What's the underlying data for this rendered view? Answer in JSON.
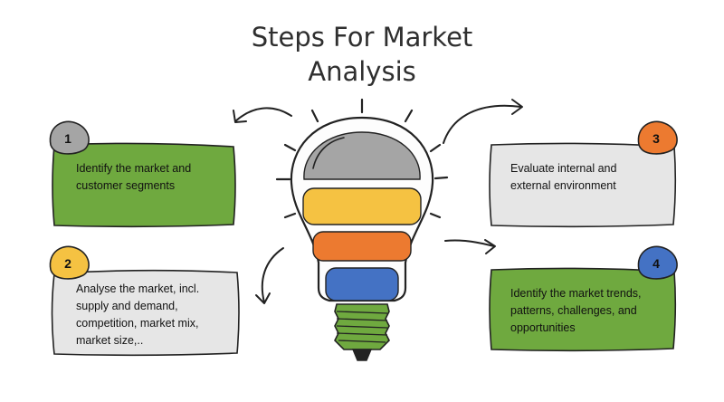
{
  "title": "Steps For Market Analysis",
  "title_line1": "Steps For Market",
  "title_line2": "Analysis",
  "steps": [
    {
      "number": "1",
      "text": "Identify the market and customer segments",
      "lines": [
        "Identify the market and",
        "customer segments"
      ],
      "box_color": "#6fa93f",
      "badge_color": "#a5a5a5"
    },
    {
      "number": "2",
      "text": "Analyse the market, incl. supply and demand, competition, market mix, market size,..",
      "lines": [
        "Analyse the market, incl.",
        "supply and demand,",
        "competition, market mix,",
        "market size,.."
      ],
      "box_color": "#e6e6e6",
      "badge_color": "#f5c242"
    },
    {
      "number": "3",
      "text": "Evaluate internal and external environment",
      "lines": [
        "Evaluate internal and",
        "external environment"
      ],
      "box_color": "#e6e6e6",
      "badge_color": "#ec7a30"
    },
    {
      "number": "4",
      "text": "Identify the market trends, patterns, challenges, and opportunities",
      "lines": [
        "Identify the market trends,",
        "patterns, challenges, and",
        "opportunities"
      ],
      "box_color": "#6fa93f",
      "badge_color": "#4472c4"
    }
  ],
  "bulb_band_colors": [
    "#a5a5a5",
    "#f5c242",
    "#ec7a30",
    "#4472c4",
    "#6fa93f"
  ]
}
